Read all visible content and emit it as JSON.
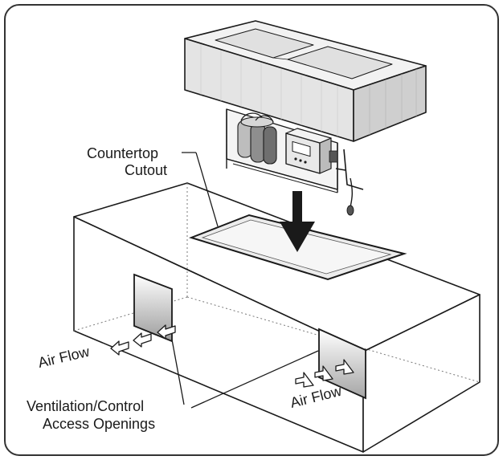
{
  "labels": {
    "countertop_line1": "Countertop",
    "countertop_line2": "Cutout",
    "airflow_left": "Air Flow",
    "airflow_right": "Air Flow",
    "ventilation_line1": "Ventilation/Control",
    "ventilation_line2": "Access Openings"
  },
  "colors": {
    "line": "#1a1a1a",
    "frame": "#333333",
    "shade_light": "#ececec",
    "shade_mid": "#d2d2d2",
    "shade_dark": "#9a9a9a",
    "background": "#ffffff"
  }
}
